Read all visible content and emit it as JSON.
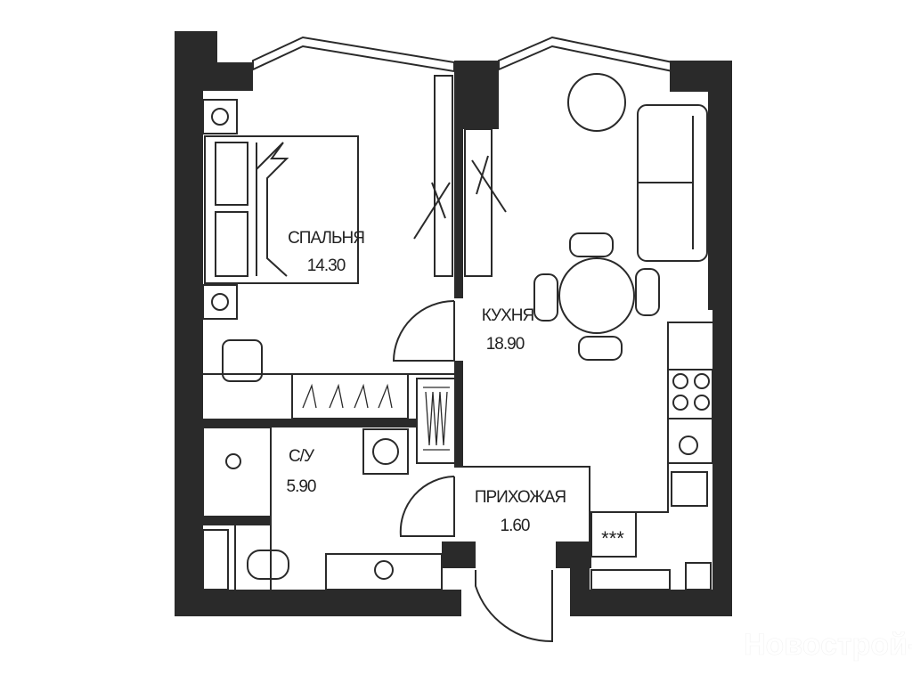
{
  "rooms": {
    "bedroom": {
      "name": "СПАЛЬНЯ",
      "area": "14.30"
    },
    "kitchen": {
      "name": "КУХНЯ",
      "area": "18.90"
    },
    "bathroom": {
      "name": "С/У",
      "area": "5.90"
    },
    "hallway": {
      "name": "ПРИХОЖАЯ",
      "area": "1.60"
    }
  },
  "watermark": "Новострой-М",
  "colors": {
    "wall": "#2a2a2a",
    "background": "#ffffff"
  }
}
